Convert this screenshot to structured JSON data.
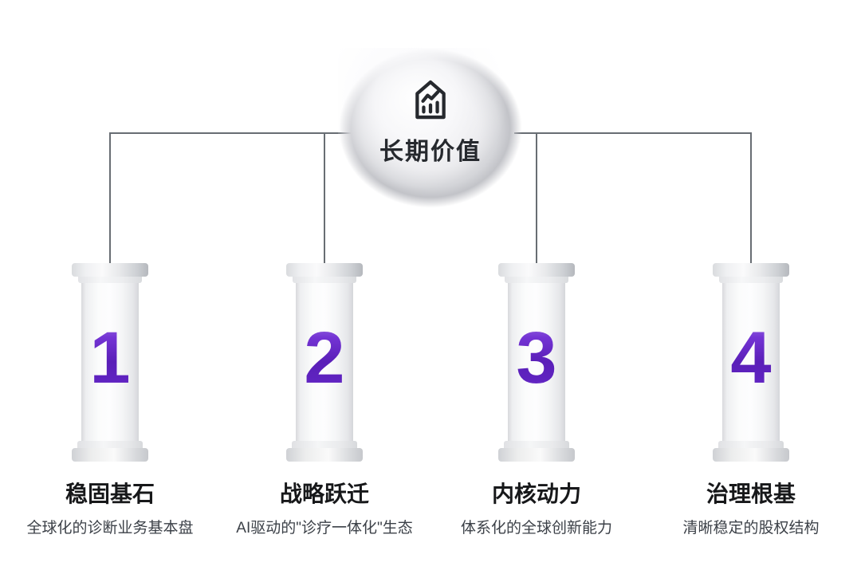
{
  "center": {
    "icon": "building-trend-chart-icon",
    "label": "长期价值"
  },
  "pillars": [
    {
      "number": "1",
      "title": "稳固基石",
      "subtitle": "全球化的诊断业务基本盘"
    },
    {
      "number": "2",
      "title": "战略跃迁",
      "subtitle": "AI驱动的\"诊疗一体化\"生态"
    },
    {
      "number": "3",
      "title": "内核动力",
      "subtitle": "体系化的全球创新能力"
    },
    {
      "number": "4",
      "title": "治理根基",
      "subtitle": "清晰稳定的股权结构"
    }
  ],
  "colors": {
    "number_accent": "#5b21b6",
    "number_accent_light": "#9a6fe0",
    "connector_line": "#686d73",
    "title_text": "#17181a",
    "subtitle_text": "#3c4148",
    "sphere_base": "#c2c3c8",
    "background": "#ffffff"
  }
}
